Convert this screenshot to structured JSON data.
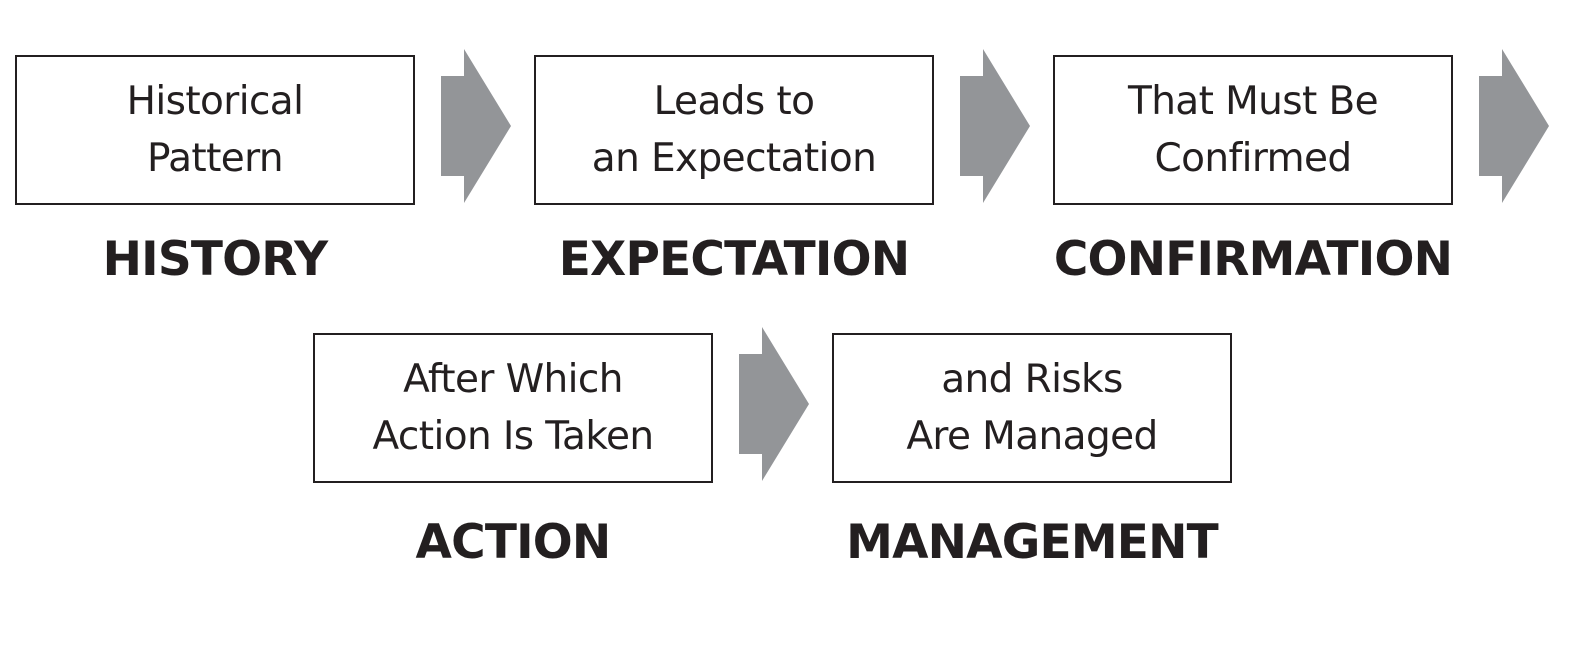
{
  "steps": [
    {
      "lines": [
        "Historical",
        "Pattern"
      ],
      "label": "HISTORY"
    },
    {
      "lines": [
        "Leads to",
        "an Expectation"
      ],
      "label": "EXPECTATION"
    },
    {
      "lines": [
        "That Must Be",
        "Confirmed"
      ],
      "label": "CONFIRMATION"
    },
    {
      "lines": [
        "After Which",
        "Action Is Taken"
      ],
      "label": "ACTION"
    },
    {
      "lines": [
        "and Risks",
        "Are Managed"
      ],
      "label": "MANAGEMENT"
    }
  ],
  "colors": {
    "arrow_fill": "#939598",
    "text": "#231f20",
    "border": "#231f20",
    "background": "#ffffff"
  }
}
